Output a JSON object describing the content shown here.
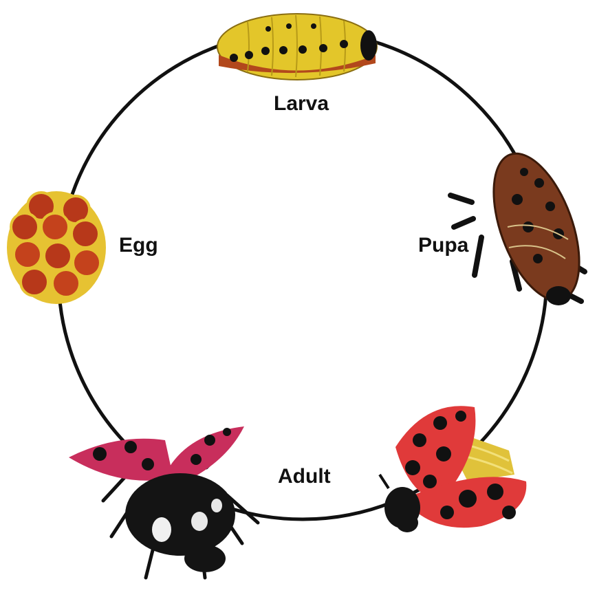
{
  "diagram": {
    "stages": [
      {
        "id": "larva",
        "label": "Larva",
        "icon": "larva-model-icon"
      },
      {
        "id": "pupa",
        "label": "Pupa",
        "icon": "pupa-model-icon"
      },
      {
        "id": "adult",
        "label": "Adult",
        "icon": "adult-ladybug-icons"
      },
      {
        "id": "egg",
        "label": "Egg",
        "icon": "egg-cluster-icon"
      }
    ],
    "colors": {
      "cycle_line": "#111111",
      "larva_body": "#e3c62a",
      "larva_underside": "#b2481c",
      "pupa_body": "#7a3a1e",
      "egg_yellow": "#e6c232",
      "egg_red": "#b7381a",
      "ladybug_red": "#e03a3a",
      "flying_wing_pink": "#c82e5c",
      "ladybug_black": "#141414"
    }
  }
}
